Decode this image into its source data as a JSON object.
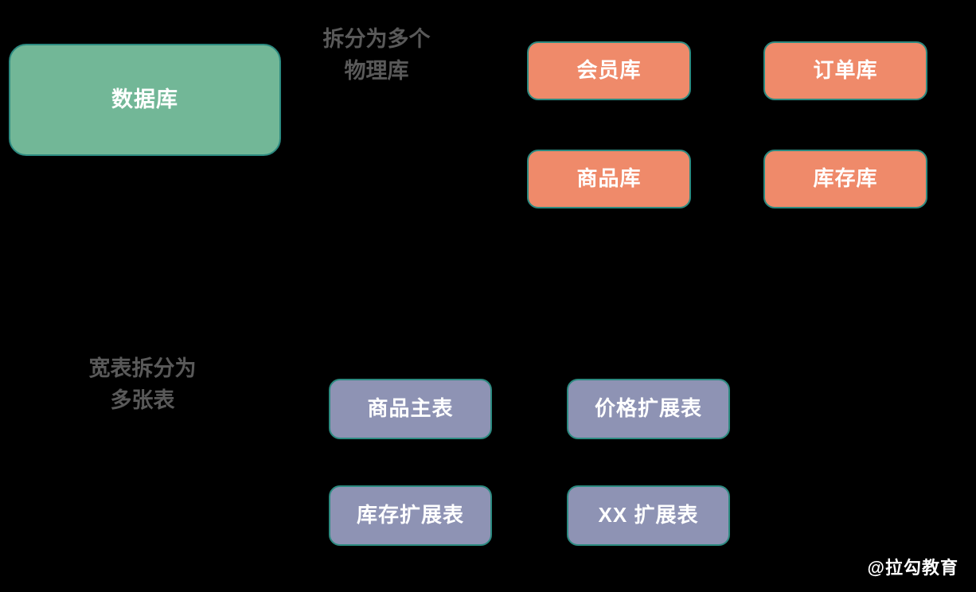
{
  "diagram": {
    "background_color": "#000000",
    "source_node": {
      "label": "数据库",
      "fill": "#72b797",
      "border": "#2c8a80",
      "text_color": "#ffffff"
    },
    "annotations": [
      {
        "name": "split-into-physical-databases",
        "text": "拆分为多个\n物理库",
        "color": "#595959"
      },
      {
        "name": "split-wide-table-into-tables",
        "text": "宽表拆分为\n多张表",
        "color": "#595959"
      }
    ],
    "database_nodes": {
      "fill": "#ef8a6a",
      "border": "#2c8a80",
      "text_color": "#ffffff",
      "items": [
        {
          "label": "会员库"
        },
        {
          "label": "订单库"
        },
        {
          "label": "商品库"
        },
        {
          "label": "库存库"
        }
      ]
    },
    "table_nodes": {
      "fill": "#8e93b4",
      "border": "#2c8a80",
      "text_color": "#ffffff",
      "items": [
        {
          "label": "商品主表"
        },
        {
          "label": "价格扩展表"
        },
        {
          "label": "库存扩展表"
        },
        {
          "label": "XX 扩展表"
        }
      ]
    },
    "watermark": {
      "text": "@拉勾教育",
      "color": "#ffffff"
    }
  }
}
